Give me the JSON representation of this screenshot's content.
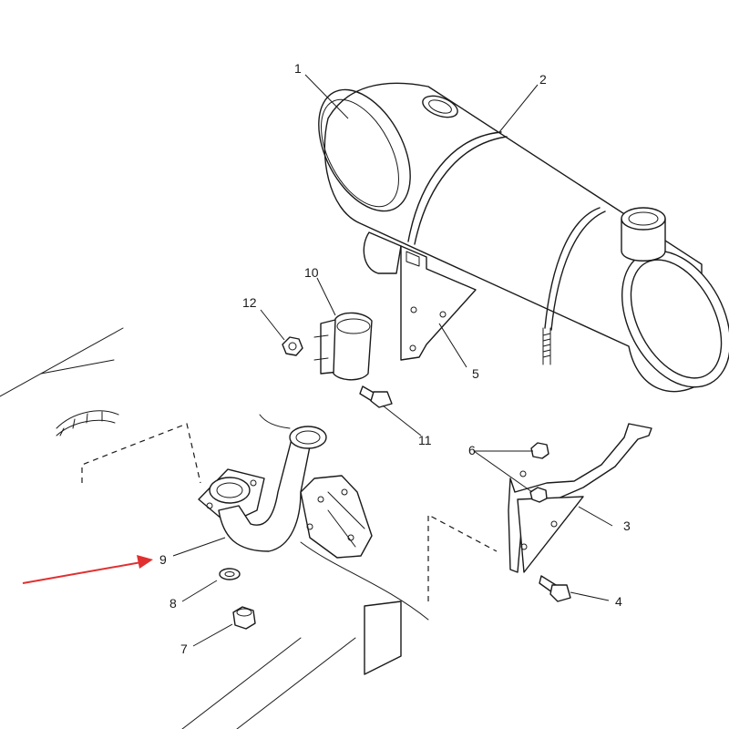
{
  "callouts": {
    "c1": "1",
    "c2": "2",
    "c3": "3",
    "c4": "4",
    "c5": "5",
    "c6": "6",
    "c7": "7",
    "c8": "8",
    "c9": "9",
    "c10": "10",
    "c11": "11",
    "c12": "12"
  },
  "highlight": {
    "target": "9",
    "arrow_color": "#e03030"
  }
}
